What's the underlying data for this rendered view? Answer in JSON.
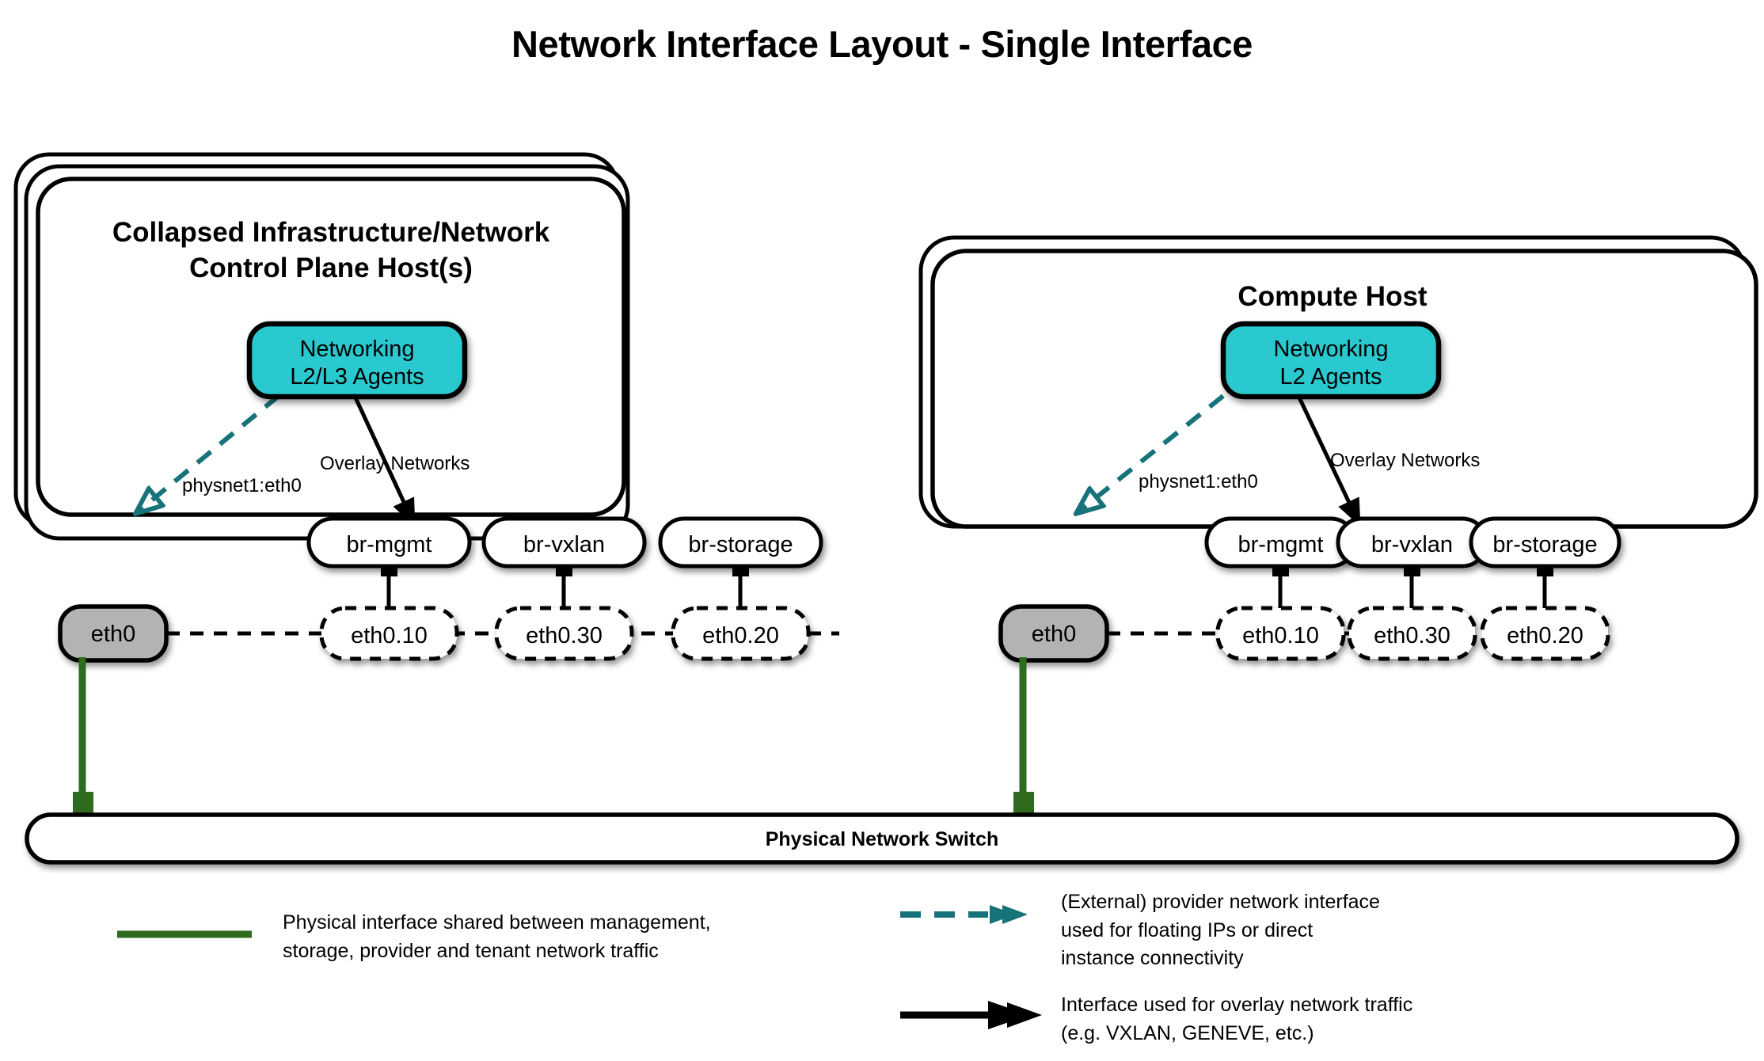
{
  "title": "Network Interface Layout - Single Interface",
  "colors": {
    "agent_fill": "#2BC9CF",
    "phys_iface_fill": "#B3B3B3",
    "provider_link": "#16737A",
    "physical_link": "#2F6B1F",
    "stroke": "#000000",
    "background": "#FFFFFF"
  },
  "hosts": [
    {
      "id": "control-plane-host",
      "title": "Collapsed Infrastructure/Network\nControl Plane Host(s)",
      "stack_layers": 3,
      "agent": {
        "label": "Networking\nL2/L3 Agents"
      },
      "edge_labels": {
        "provider": "physnet1:eth0",
        "overlay": "Overlay Networks"
      },
      "physical_interface": {
        "label": "eth0"
      },
      "bridges": [
        {
          "label": "br-mgmt",
          "vlan": "eth0.10"
        },
        {
          "label": "br-vxlan",
          "vlan": "eth0.30"
        },
        {
          "label": "br-storage",
          "vlan": "eth0.20"
        }
      ]
    },
    {
      "id": "compute-host",
      "title": "Compute Host",
      "stack_layers": 2,
      "agent": {
        "label": "Networking\nL2 Agents"
      },
      "edge_labels": {
        "provider": "physnet1:eth0",
        "overlay": "Overlay Networks"
      },
      "physical_interface": {
        "label": "eth0"
      },
      "bridges": [
        {
          "label": "br-mgmt",
          "vlan": "eth0.10"
        },
        {
          "label": "br-vxlan",
          "vlan": "eth0.30"
        },
        {
          "label": "br-storage",
          "vlan": "eth0.20"
        }
      ]
    }
  ],
  "switch": {
    "label": "Physical Network Switch"
  },
  "legend": [
    {
      "id": "physical-interface",
      "marker": "solid-green-line",
      "text": "Physical interface shared between management,\nstorage, provider and tenant network traffic"
    },
    {
      "id": "provider-network-interface",
      "marker": "teal-dashed-double-arrow",
      "text": "(External) provider network interface\nused for floating IPs or direct\ninstance connectivity"
    },
    {
      "id": "overlay-network-interface",
      "marker": "black-solid-arrow",
      "text": "Interface used for overlay network traffic\n(e.g. VXLAN, GENEVE, etc.)"
    }
  ]
}
